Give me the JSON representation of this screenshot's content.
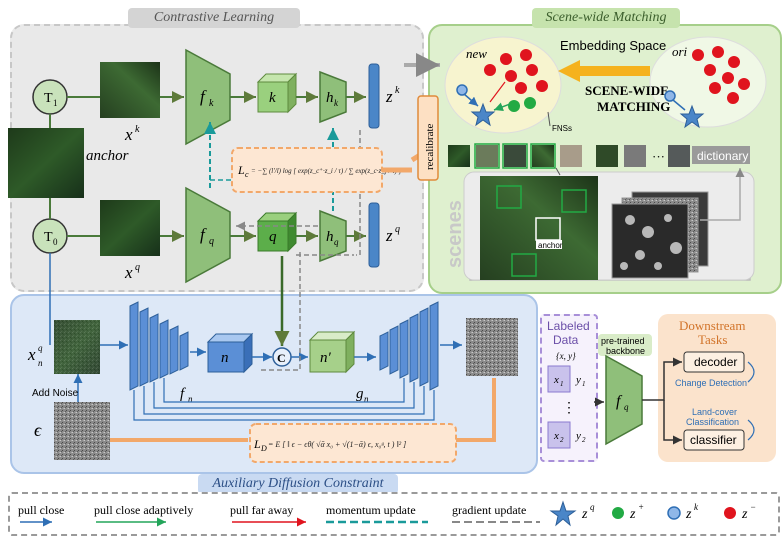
{
  "panels": {
    "contrastive": "Contrastive   Learning",
    "scene": "Scene-wide Matching",
    "auxiliary": "Auxiliary Diffusion Constraint",
    "downstream": "Downstream Tasks"
  },
  "contrastive": {
    "t1": "T",
    "t1_sub": "1",
    "t0": "T",
    "t0_sub": "0",
    "anchor": "anchor",
    "xk": "x",
    "xk_sup": "k",
    "xq": "x",
    "xq_sup": "q",
    "fk": "f",
    "fk_sub": "k",
    "fq": "f",
    "fq_sub": "q",
    "k": "k",
    "q": "q",
    "hk": "h",
    "hk_sub": "k",
    "hq": "h",
    "hq_sub": "q",
    "zk": "z",
    "zk_sup": "k",
    "zq": "z",
    "zq_sup": "q",
    "loss_lc": "L",
    "loss_lc_sub": "c",
    "loss_lc_body": "= −∑ (l′/l) log [ exp(z_c⁺·z_i / τ) / ∑ exp(z_c·z_j / τ) ]"
  },
  "scene": {
    "new": "new",
    "ori": "ori",
    "embedding_space": "Embedding Space",
    "matching_line1": "SCENE-WIDE",
    "matching_line2": "MATCHING",
    "recalibrate": "recalibrate",
    "fns": "FNSs",
    "ellipsis": "···",
    "dictionary": "dictionary",
    "scenes": "scenes",
    "anchor": "anchor"
  },
  "auxiliary": {
    "xn": "x",
    "xn_sub": "n",
    "xn_sup": "q",
    "add_noise": "Add Noise",
    "epsilon": "ϵ",
    "fn": "f",
    "fn_sub": "n",
    "n": "n",
    "nprime": "n′",
    "concat": "C",
    "gn": "g",
    "gn_sub": "n",
    "loss_ld": "L",
    "loss_ld_sub": "D",
    "loss_ld_body": "= E [ ‖ ϵ − ϵθ( √ᾱ x₀ + √(1−ᾱ) ϵ, x₀ᵍ, t ) ‖² ]"
  },
  "labeled": {
    "title_line1": "Labeled",
    "title_line2": "Data",
    "pair": "{x, y}",
    "x1": "x",
    "x1_sub": "1",
    "y1": "y",
    "y1_sub": "1",
    "dots": "⋮",
    "x2": "x",
    "x2_sub": "2",
    "y2": "y",
    "y2_sub": "2"
  },
  "downstream": {
    "pretrained_line1": "pre-trained",
    "pretrained_line2": "backbone",
    "fq": "f",
    "fq_sub": "q",
    "decoder": "decoder",
    "change_detection": "Change Detection",
    "land_cover_line1": "Land-cover",
    "land_cover_line2": "Classification",
    "classifier": "classifier"
  },
  "legend": {
    "pull_close": "pull close",
    "pull_close_adaptively": "pull close adaptively",
    "pull_far_away": "pull far away",
    "momentum_update": "momentum update",
    "gradient_update": "gradient update",
    "zq": "z",
    "zq_sup": "q",
    "zplus": "z",
    "zplus_sup": "+",
    "zk": "z",
    "zk_sup": "k",
    "zminus": "z",
    "zminus_sup": "−"
  },
  "colors": {
    "encoder_green": "#8fbf7a",
    "key_green": "#9ad07e",
    "query_green": "#5cae4a",
    "z_blue": "#4a86c8",
    "unet_blue": "#5b8fd6",
    "arrow_orange": "#f2a86a",
    "positive_green": "#22aa44",
    "negative_red": "#e0141e",
    "legend_blue": "#2f6fb5",
    "legend_green": "#23a55a",
    "legend_teal": "#1a9a9a"
  }
}
